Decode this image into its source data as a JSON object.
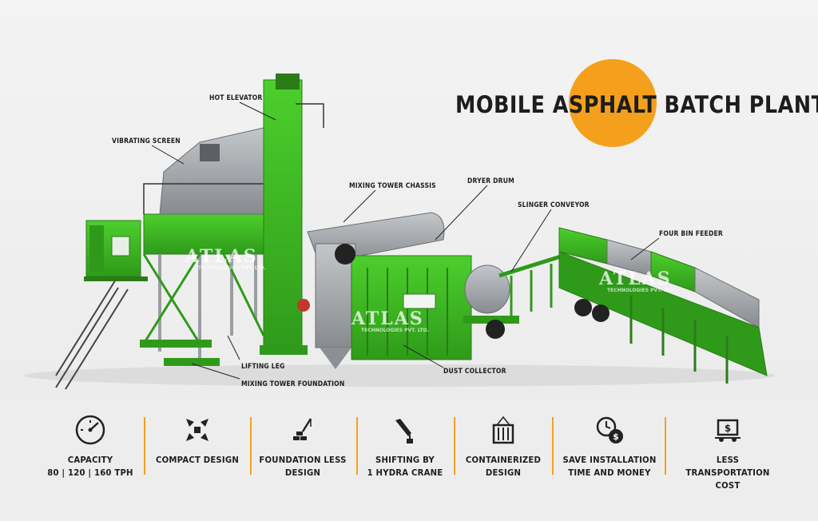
{
  "title": "MOBILE ASPHALT BATCH PLANT",
  "callouts": {
    "hot_elevator": "HOT ELEVATOR",
    "vibrating_screen": "VIBRATING SCREEN",
    "mixing_tower_chassis": "MIXING TOWER CHASSIS",
    "dryer_drum": "DRYER DRUM",
    "slinger_conveyor": "SLINGER CONVEYOR",
    "four_bin_feeder": "FOUR BIN FEEDER",
    "lifting_leg": "LIFTING LEG",
    "mixing_tower_foundation": "MIXING TOWER FOUNDATION",
    "dust_collector": "DUST COLLECTOR"
  },
  "watermark": {
    "brand": "ATLAS",
    "sub": "TECHNOLOGIES PVT. LTD."
  },
  "features": [
    {
      "icon": "gauge-icon",
      "line1": "CAPACITY",
      "line2": "80 | 120 | 160 TPH"
    },
    {
      "icon": "compress-arrows-icon",
      "line1": "COMPACT DESIGN",
      "line2": ""
    },
    {
      "icon": "foundation-crane-icon",
      "line1": "FOUNDATION LESS",
      "line2": "DESIGN"
    },
    {
      "icon": "crane-hook-icon",
      "line1": "SHIFTING BY",
      "line2": "1 HYDRA CRANE"
    },
    {
      "icon": "container-icon",
      "line1": "CONTAINERIZED",
      "line2": "DESIGN"
    },
    {
      "icon": "clock-money-icon",
      "line1": "SAVE INSTALLATION",
      "line2": "TIME AND MONEY"
    },
    {
      "icon": "truck-dollar-icon",
      "line1": "LESS TRANSPORTATION",
      "line2": "COST"
    }
  ],
  "colors": {
    "accent": "#f5a01c",
    "plant_green": "#3cb521",
    "steel": "#9ea2a5",
    "background": "#f0f0f0"
  }
}
